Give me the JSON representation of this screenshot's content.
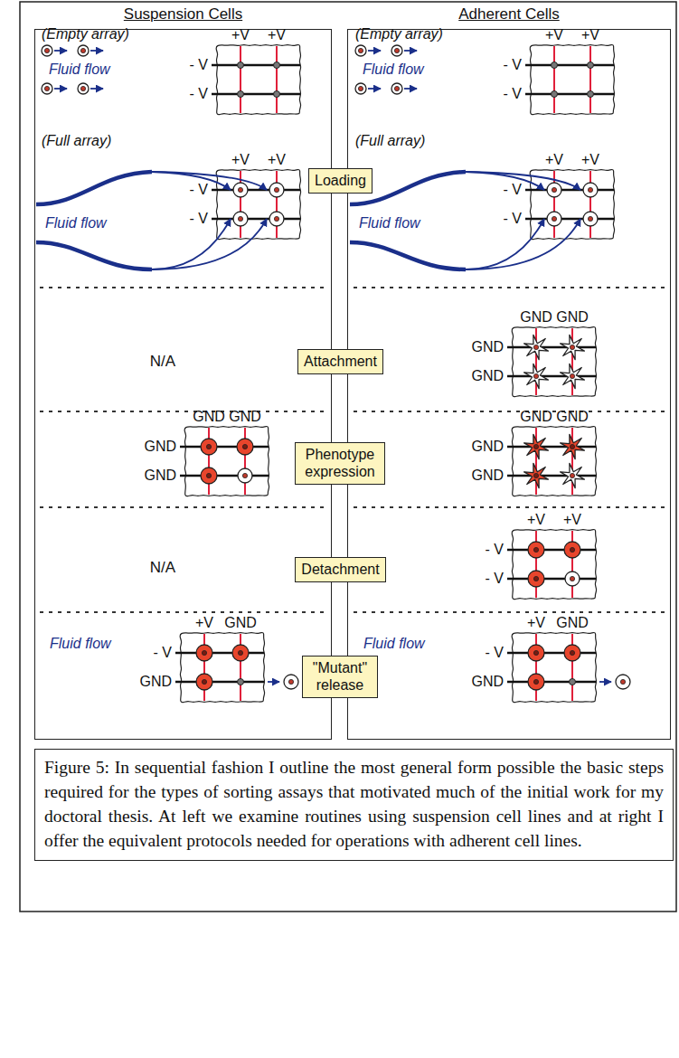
{
  "diagram": {
    "caption": "Figure 5: In sequential fashion I outline the most general form possible the basic steps required for the types of sorting assays that motivated much of the initial work for my doctoral thesis. At left we examine routines using suspension cell lines and at right I offer the equivalent protocols needed for operations with adherent cell lines.",
    "nodes": [
      {
        "text": [
          "Suspension Cells"
        ]
      },
      {
        "text": [
          "Adherent Cells"
        ]
      },
      {
        "text": [
          "Loading"
        ]
      },
      {
        "text": [
          "Attachment"
        ]
      },
      {
        "text": [
          "Phenotype expression"
        ]
      },
      {
        "text": [
          "Detachment"
        ]
      },
      {
        "text": [
          "\"Mutant\" release"
        ]
      }
    ],
    "labels": [
      "(Empty array)",
      "+V",
      "+V",
      "- V",
      "- V",
      "Fluid flow",
      "(Full array)",
      "+V",
      "+V",
      "- V",
      "- V",
      "Fluid flow",
      "N/A",
      "GND",
      "GND",
      "GND",
      "GND",
      "N/A",
      "+V",
      "GND",
      "- V",
      "GND",
      "Fluid flow",
      "(Empty array)",
      "+V",
      "+V",
      "- V",
      "- V",
      "Fluid flow",
      "(Full array)",
      "+V",
      "+V",
      "- V",
      "- V",
      "Fluid flow",
      "GND",
      "GND",
      "GND",
      "GND",
      "GND",
      "GND",
      "GND",
      "GND",
      "+V",
      "+V",
      "- V",
      "- V",
      "+V",
      "GND",
      "- V",
      "GND",
      "Fluid flow"
    ]
  }
}
